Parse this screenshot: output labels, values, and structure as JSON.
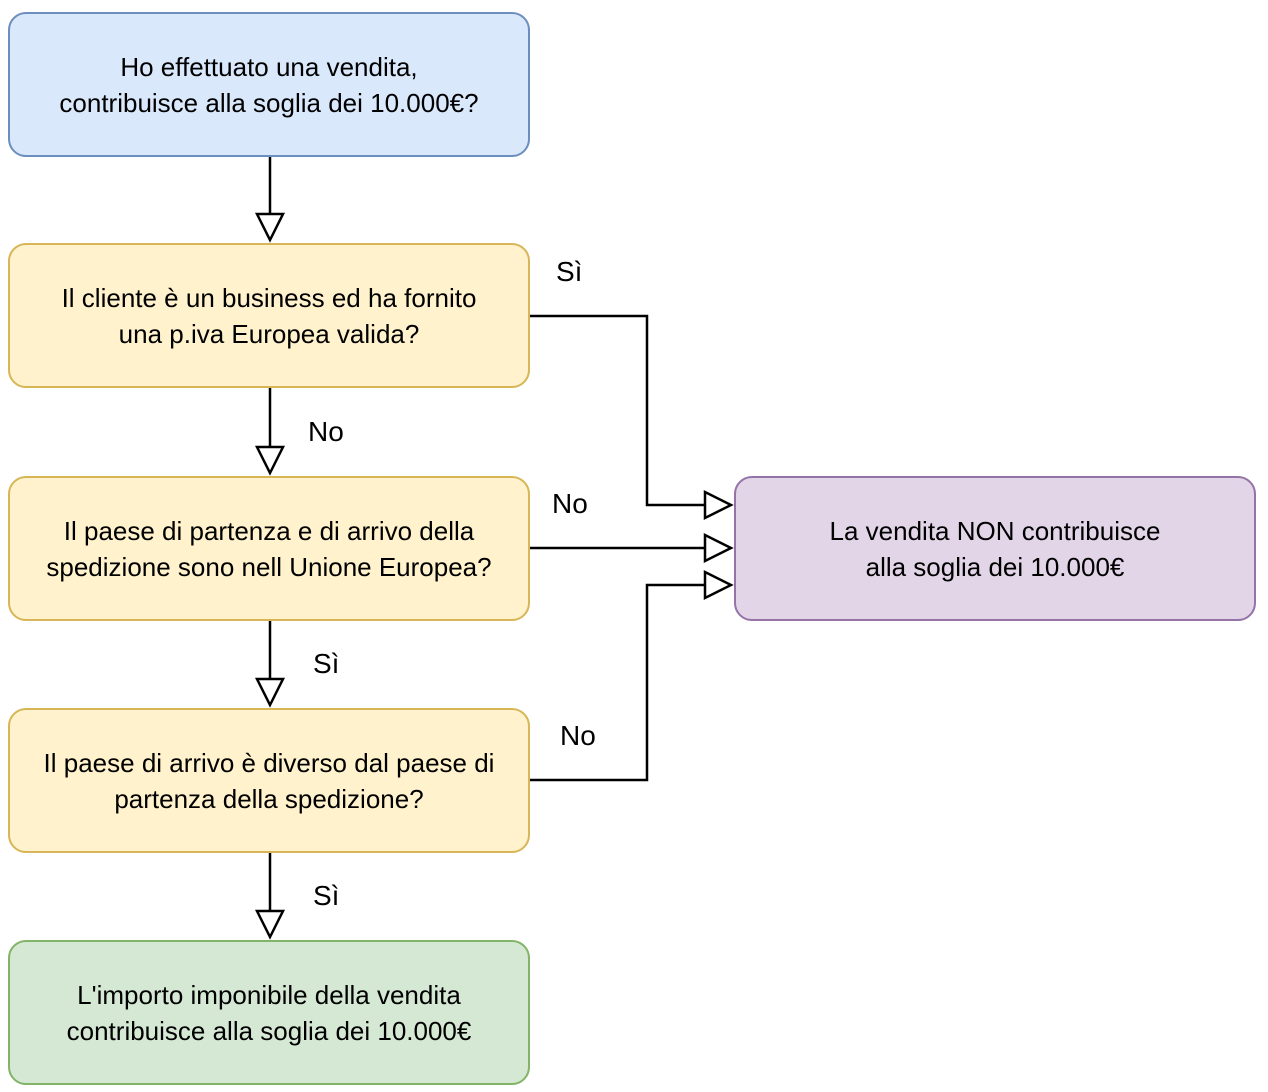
{
  "nodes": {
    "start": "Ho effettuato una vendita,\ncontribuisce alla soglia dei 10.000€?",
    "question_business": "Il cliente è un business ed ha fornito\nuna p.iva Europea valida?",
    "question_eu": "Il paese di partenza e di arrivo della\nspedizione sono nell Unione Europea?",
    "question_country": "Il paese di arrivo è diverso dal paese di\npartenza della spedizione?",
    "result_contributes": "L'importo imponibile della vendita\ncontribuisce alla soglia dei 10.000€",
    "result_not_contributes": "La vendita NON contribuisce\nalla soglia dei 10.000€"
  },
  "edge_labels": {
    "business_yes": "Sì",
    "business_no": "No",
    "eu_no": "No",
    "eu_yes": "Sì",
    "country_no": "No",
    "country_yes": "Sì"
  },
  "colors": {
    "start_fill": "#dae8fc",
    "start_border": "#6c8ebf",
    "question_fill": "#fff2cc",
    "question_border": "#d6b656",
    "positive_fill": "#d5e8d4",
    "positive_border": "#82b366",
    "negative_fill": "#e1d5e7",
    "negative_border": "#9673a6",
    "connector": "#000000"
  }
}
